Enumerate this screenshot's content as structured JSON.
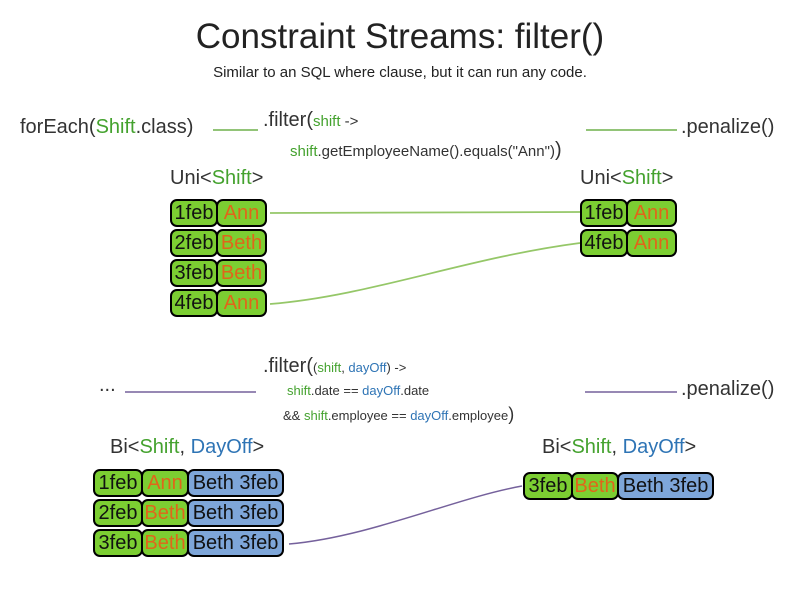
{
  "slide": {
    "title": "Constraint Streams: filter()",
    "subtitle": "Similar to an SQL where clause, but it can run any code."
  },
  "colors": {
    "cell_green": "#7CCE32",
    "cell_blue": "#7EA6D9",
    "employee_orange": "#E0661A",
    "code_green": "#44A22E",
    "code_blue": "#2E74B5",
    "connector_green_dark": "#6FB14C",
    "connector_green_light": "#95C768",
    "connector_purple": "#75619C"
  },
  "code_top": {
    "foreach_open": "forEach(",
    "foreach_type": "Shift",
    "foreach_close": ".class)",
    "filter_open": ".filter(",
    "filter_param": "shift",
    "filter_arrow": " ->",
    "body_var": "shift",
    "body_rest": ".getEmployeeName().equals(\"Ann\")",
    "filter_close": ")",
    "penalize": ".penalize()"
  },
  "code_middle": {
    "ellipsis": "...",
    "filter_open": ".filter(",
    "paren_open": "(",
    "param1": "shift",
    "separator": ", ",
    "param2": "dayOff",
    "params_close": ") ->",
    "cond1_var1": "shift",
    "cond1_mid": ".date == ",
    "cond1_var2": "dayOff",
    "cond1_end": ".date",
    "cond2_prefix": "&& ",
    "cond2_var1": "shift",
    "cond2_mid": ".employee == ",
    "cond2_var2": "dayOff",
    "cond2_end": ".employee",
    "filter_close": ")",
    "penalize": ".penalize()"
  },
  "labels": {
    "uni_left": {
      "open": "Uni<",
      "type": "Shift",
      "close": ">"
    },
    "uni_right": {
      "open": "Uni<",
      "type": "Shift",
      "close": ">"
    },
    "bi_left": {
      "open": "Bi<",
      "type1": "Shift",
      "separator": ", ",
      "type2": "DayOff",
      "close": ">"
    },
    "bi_right": {
      "open": "Bi<",
      "type1": "Shift",
      "separator": ", ",
      "type2": "DayOff",
      "close": ">"
    }
  },
  "tables": {
    "top_left": {
      "rows": [
        [
          "1feb",
          "Ann"
        ],
        [
          "2feb",
          "Beth"
        ],
        [
          "3feb",
          "Beth"
        ],
        [
          "4feb",
          "Ann"
        ]
      ]
    },
    "top_right": {
      "rows": [
        [
          "1feb",
          "Ann"
        ],
        [
          "4feb",
          "Ann"
        ]
      ]
    },
    "bottom_left": {
      "rows": [
        [
          "1feb",
          "Ann",
          "Beth 3feb"
        ],
        [
          "2feb",
          "Beth",
          "Beth 3feb"
        ],
        [
          "3feb",
          "Beth",
          "Beth 3feb"
        ]
      ]
    },
    "bottom_right": {
      "rows": [
        [
          "3feb",
          "Beth",
          "Beth 3feb"
        ]
      ]
    }
  }
}
